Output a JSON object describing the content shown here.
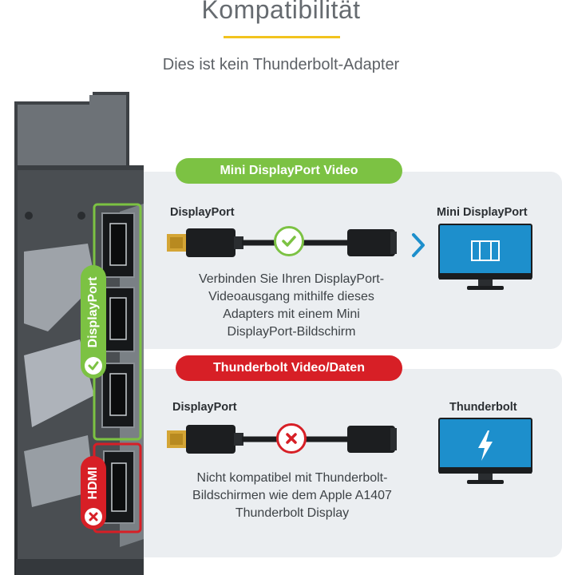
{
  "header": {
    "title": "Kompatibilität",
    "subtitle": "Dies ist kein Thunderbolt-Adapter"
  },
  "card_labels": {
    "displayport": "DisplayPort",
    "hdmi": "HDMI"
  },
  "section_ok": {
    "pill": "Mini DisplayPort Video",
    "source_label": "DisplayPort",
    "target_label": "Mini DisplayPort",
    "description": [
      "Verbinden Sie Ihren DisplayPort-",
      "Videoausgang mithilfe dieses",
      "Adapters mit einem Mini",
      "DisplayPort-Bildschirm"
    ]
  },
  "section_bad": {
    "pill": "Thunderbolt Video/Daten",
    "source_label": "DisplayPort",
    "target_label": "Thunderbolt",
    "description": [
      "Nicht kompatibel mit Thunderbolt-",
      "Bildschirmen wie dem Apple A1407",
      "Thunderbolt Display"
    ]
  },
  "colors": {
    "green": "#7cc243",
    "red": "#d71f26",
    "accent": "#f2c31e",
    "monitor_blue": "#1d8fcc",
    "panel": "#ebeef1"
  },
  "icons": [
    "check-icon",
    "x-icon",
    "chevron-right-icon",
    "display-icon",
    "thunderbolt-icon"
  ]
}
